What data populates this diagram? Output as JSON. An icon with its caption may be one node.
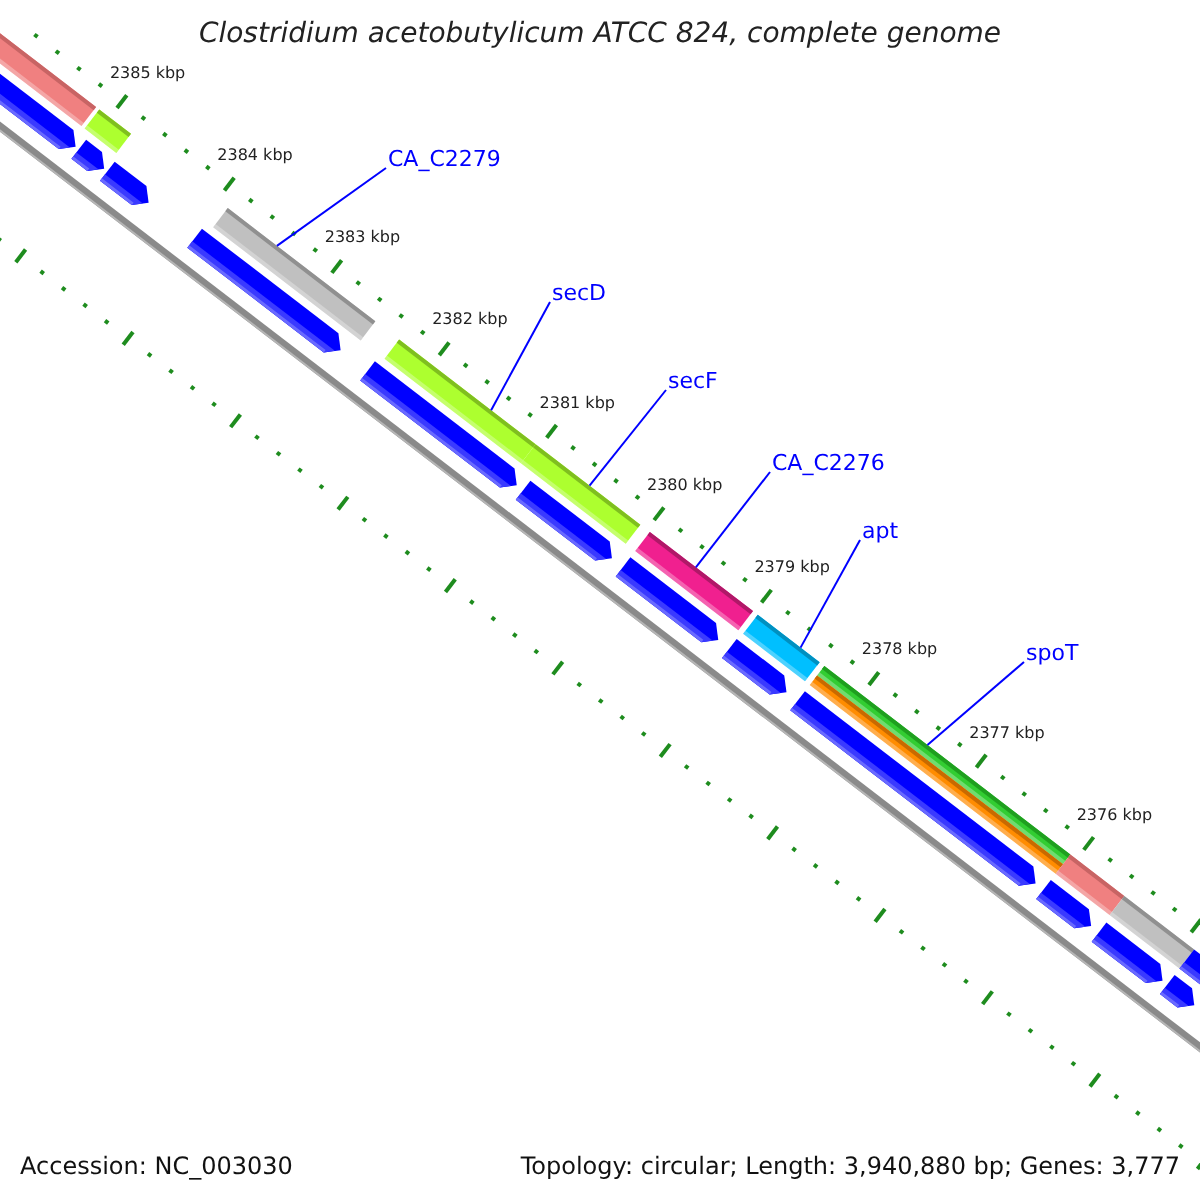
{
  "diagram": {
    "title": "Clostridium acetobutylicum ATCC 824, complete genome",
    "nodes": [
      {
        "text": [
          "CA_C2279"
        ]
      },
      {
        "text": [
          "secD"
        ]
      },
      {
        "text": [
          "secF"
        ]
      },
      {
        "text": [
          "CA_C2276"
        ]
      },
      {
        "text": [
          "apt"
        ]
      },
      {
        "text": [
          "spoT"
        ]
      },
      {
        "text": [],
        "shape": "bar"
      },
      {
        "text": [],
        "shape": "bar"
      },
      {
        "text": [],
        "shape": "bar"
      },
      {
        "text": [],
        "shape": "bar"
      },
      {
        "text": [],
        "shape": "bar"
      },
      {
        "text": [],
        "shape": "bar"
      },
      {
        "text": [],
        "shape": "bar"
      },
      {
        "text": [],
        "shape": "bar"
      },
      {
        "text": [],
        "shape": "bar"
      },
      {
        "text": [],
        "shape": "bar"
      },
      {
        "text": [],
        "shape": "bar"
      },
      {
        "text": [],
        "shape": "bar"
      },
      {
        "text": [],
        "shape": "bar"
      },
      {
        "text": [],
        "shape": "bar"
      },
      {
        "text": [],
        "shape": "bar"
      },
      {
        "text": [],
        "shape": "bar"
      },
      {
        "text": [],
        "shape": "bar"
      },
      {
        "text": [],
        "shape": "bar"
      },
      {
        "text": [],
        "shape": "bar"
      },
      {
        "text": [],
        "shape": "bar"
      },
      {
        "text": [],
        "shape": "bar"
      },
      {
        "text": [],
        "shape": "bar"
      },
      {
        "text": [],
        "shape": "bar"
      },
      {
        "text": [],
        "shape": "bar"
      }
    ],
    "edges": [
      {
        "from": 0,
        "to": 8,
        "arrow": "none"
      },
      {
        "from": 1,
        "to": 9,
        "arrow": "none"
      },
      {
        "from": 2,
        "to": 10,
        "arrow": "none"
      },
      {
        "from": 3,
        "to": 11,
        "arrow": "none"
      },
      {
        "from": 4,
        "to": 12,
        "arrow": "none"
      },
      {
        "from": 5,
        "to": 13,
        "arrow": "none"
      }
    ],
    "labels": [
      "2385 kbp",
      "2384 kbp",
      "2383 kbp",
      "2382 kbp",
      "2381 kbp",
      "2380 kbp",
      "2379 kbp",
      "2378 kbp",
      "2377 kbp",
      "2376 kbp",
      "Accession: NC_003030",
      "Topology: circular; Length: 3,940,880 bp; Genes: 3,777"
    ]
  }
}
